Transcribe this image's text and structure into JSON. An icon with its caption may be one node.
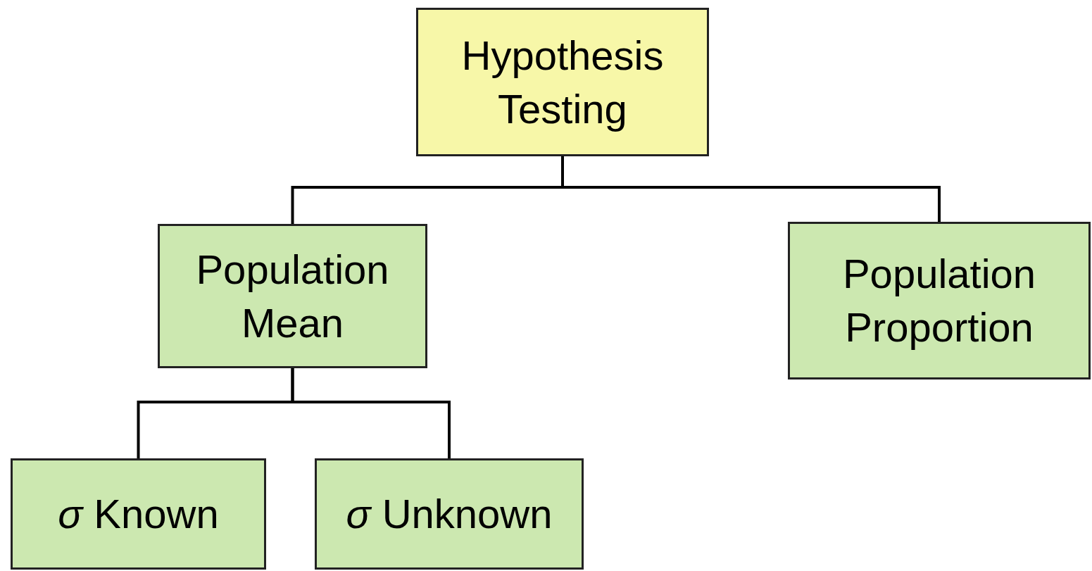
{
  "diagram": {
    "nodes": [
      {
        "text": [
          "Hypothesis Testing"
        ]
      },
      {
        "text": [
          "Population Mean"
        ]
      },
      {
        "text": [
          "Population Proportion"
        ]
      },
      {
        "text": [
          "*σ* Known"
        ]
      },
      {
        "text": [
          "*σ* Unknown"
        ]
      }
    ],
    "edges": [
      {
        "from": 0,
        "to": 1,
        "arrow": "none"
      },
      {
        "from": 0,
        "to": 2,
        "arrow": "none"
      },
      {
        "from": 1,
        "to": 3,
        "arrow": "none"
      },
      {
        "from": 1,
        "to": 4,
        "arrow": "none"
      }
    ]
  }
}
